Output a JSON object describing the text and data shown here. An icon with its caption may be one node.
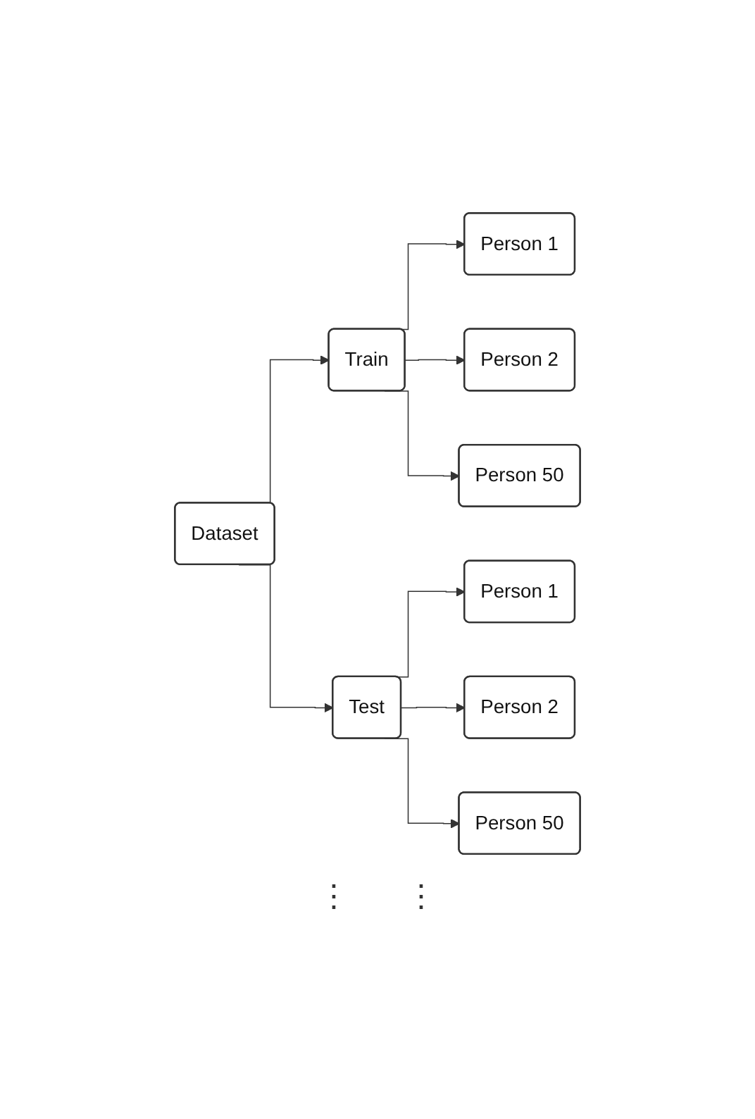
{
  "diagram": {
    "nodes": [
      {
        "text": [
          "Dataset"
        ]
      },
      {
        "text": [
          "Train"
        ]
      },
      {
        "text": [
          "Person 1"
        ]
      },
      {
        "text": [
          "Person 2"
        ]
      },
      {
        "text": [
          "Person 50"
        ]
      },
      {
        "text": [
          "Test"
        ]
      },
      {
        "text": [
          "Person 1"
        ]
      },
      {
        "text": [
          "Person 2"
        ]
      },
      {
        "text": [
          "Person 50"
        ]
      }
    ],
    "edges": [
      {
        "from": 0,
        "to": 1,
        "arrow": "to"
      },
      {
        "from": 1,
        "to": 2,
        "arrow": "to"
      },
      {
        "from": 1,
        "to": 3,
        "arrow": "to"
      },
      {
        "from": 1,
        "to": 4,
        "arrow": "to"
      },
      {
        "from": 0,
        "to": 5,
        "arrow": "to"
      },
      {
        "from": 5,
        "to": 6,
        "arrow": "to"
      },
      {
        "from": 5,
        "to": 7,
        "arrow": "to"
      },
      {
        "from": 5,
        "to": 8,
        "arrow": "to"
      }
    ],
    "labels": [
      "⋮",
      "⋮"
    ]
  }
}
